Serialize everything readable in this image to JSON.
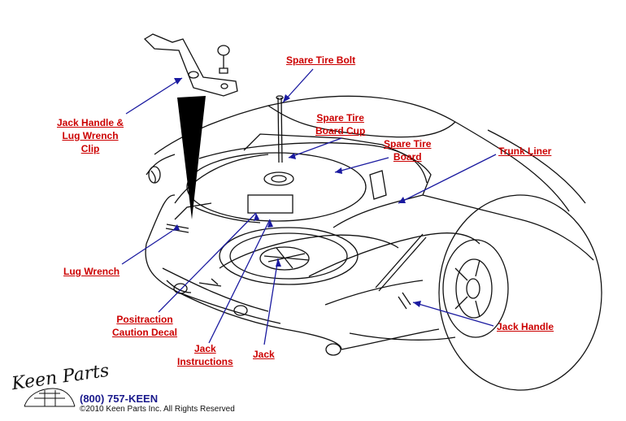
{
  "labels": {
    "spare_tire_bolt": [
      "Spare Tire Bolt"
    ],
    "jack_handle_clip": [
      "Jack Handle &",
      "Lug Wrench",
      "Clip"
    ],
    "spare_tire_board_cup": [
      "Spare Tire",
      "Board Cup"
    ],
    "spare_tire_board": [
      "Spare Tire",
      "Board"
    ],
    "trunk_liner": [
      "Trunk Liner"
    ],
    "lug_wrench": [
      "Lug Wrench"
    ],
    "positraction_decal": [
      "Positraction",
      "Caution Decal"
    ],
    "jack_instructions": [
      "Jack",
      "Instructions"
    ],
    "jack": [
      "Jack"
    ],
    "jack_handle": [
      "Jack Handle"
    ]
  },
  "footer": {
    "logo": "Keen Parts",
    "phone": "(800) 757-KEEN",
    "copyright": "©2010 Keen Parts Inc. All Rights Reserved"
  },
  "colors": {
    "label": "#cc0000",
    "leader": "#1a1aa0",
    "line": "#111111"
  }
}
